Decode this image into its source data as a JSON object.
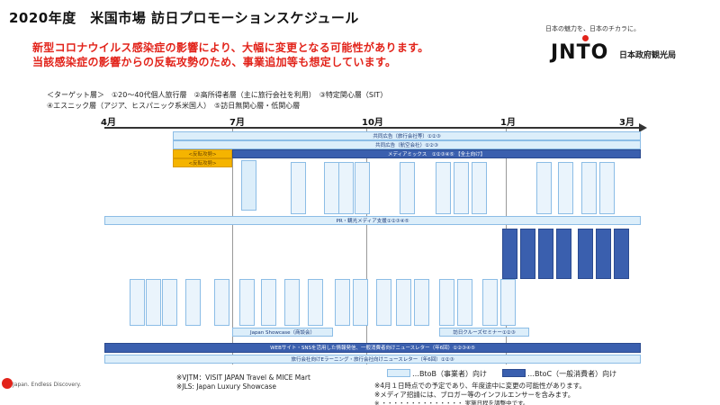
{
  "header": {
    "title": "2020年度　米国市場 訪日プロモーションスケジュール",
    "notice_line1": "新型コロナウイルス感染症の影響により、大幅に変更となる可能性があります。",
    "notice_line2": "当該感染症の影響からの反転攻勢のため、事業追加等も想定しています。"
  },
  "logo": {
    "tagline": "日本の魅力を、日本のチカラに。",
    "wordmark": "JNTO",
    "org": "日本政府観光局"
  },
  "targets": {
    "line1": "＜ターゲット層＞　①20～40代個人旅行層　②高所得者層（主に旅行会社を利用）　③特定関心層（SIT）",
    "line2": "④エスニック層（アジア、ヒスパニック系米国人）　⑤訪日無関心層・低関心層"
  },
  "timeline": {
    "months": [
      "4月",
      "7月",
      "10月",
      "1月",
      "3月"
    ]
  },
  "bars": {
    "b1": "共同広告（旅行会社等）①②③",
    "b2": "共同広告（航空会社）①②③",
    "b3": "メディアミックス　①②③④⑤ 【全土向け】",
    "b3_left": "<反転攻勢>",
    "b4": "<反転攻勢>",
    "pr": "PR・観光メディア支援①②③④⑤",
    "b5": "Japan Showcase（商談会）",
    "b6": "訪日クルーズセミナー①②③",
    "web": "WEBサイト・SNSを活用した情報発信、一般消費者向けニュースレター（年6回）①②③④⑤",
    "elearn": "旅行会社向けEラーニング・旅行会社向けニュースレター（年6回）①②③"
  },
  "legend": {
    "btob": "…BtoB（事業者）向け",
    "btoc": "…BtoC（一般消費者）向け"
  },
  "notes": {
    "vjtm": "※VJTM：VISIT JAPAN Travel & MICE Mart",
    "jls": "※JLS: Japan Luxury Showcase",
    "n1": "※4月１日時点での予定であり、年度途中に変更の可能性があります。",
    "n2": "※メディア招請には、ブロガー等のインフルエンサーを含みます。",
    "n3": "※ ・・・・・・・・・・・・・・ 実施日程を調整中です。"
  },
  "footer": {
    "brand": "Japan. Endless Discovery."
  },
  "colors": {
    "accent_red": "#e2231a",
    "btob_fill": "#dceefa",
    "btoc_fill": "#3a5fae",
    "orange": "#f5b400"
  }
}
